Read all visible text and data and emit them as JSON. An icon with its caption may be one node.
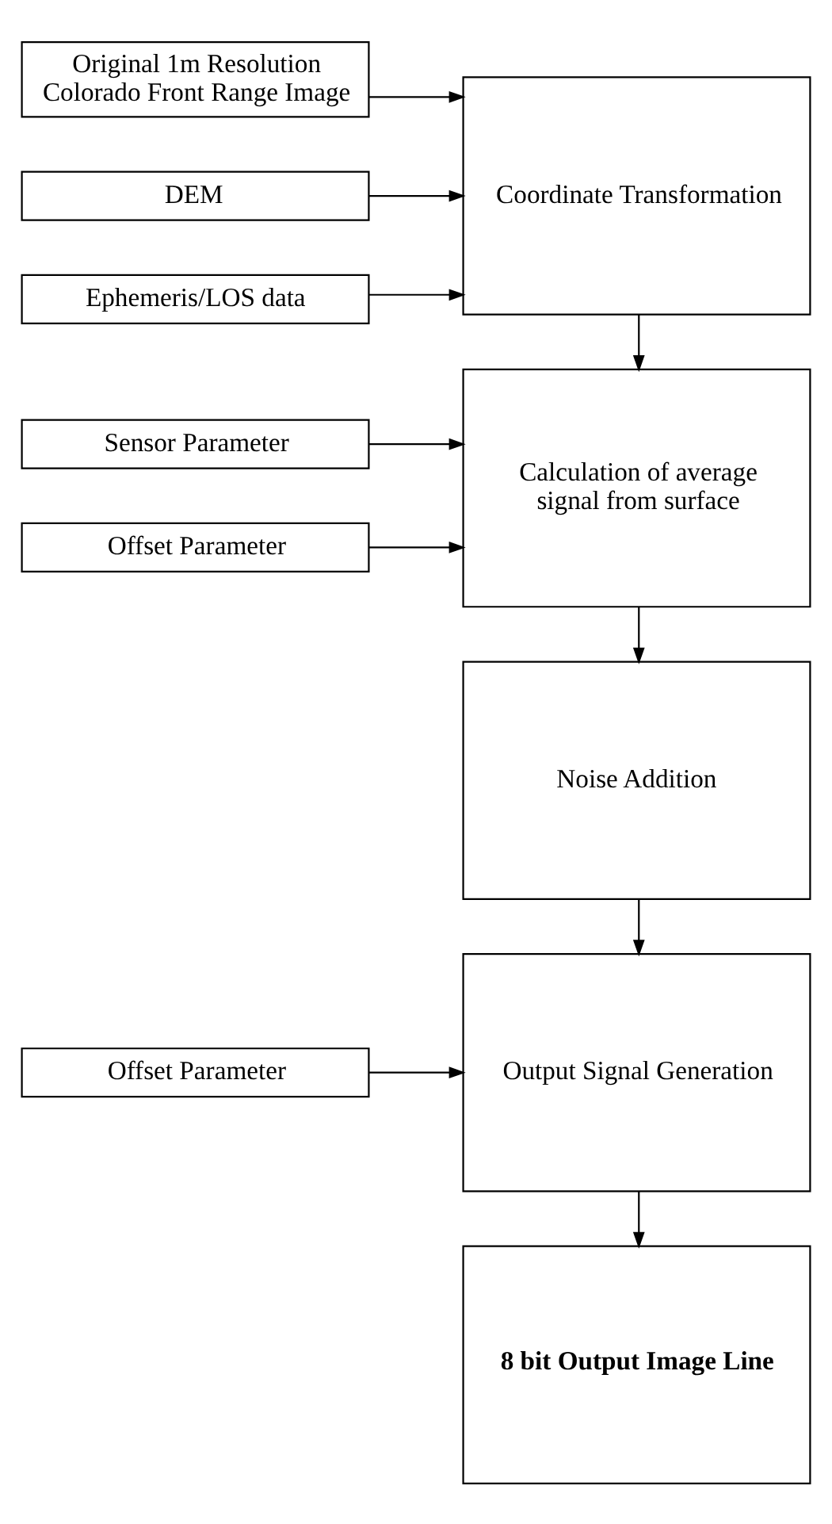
{
  "diagram": {
    "nodes": [
      {
        "text": [
          "Original 1m Resolution Colorado Front Range Image"
        ]
      },
      {
        "text": [
          "Coordinate Transformation"
        ]
      },
      {
        "text": [
          "DEM"
        ]
      },
      {
        "text": [
          "Ephemeris/LOS data"
        ]
      },
      {
        "text": [
          "Sensor Parameter"
        ]
      },
      {
        "text": [
          "Calculation of average signal from surface"
        ]
      },
      {
        "text": [
          "Offset Parameter"
        ]
      },
      {
        "text": [
          "Noise Addition"
        ]
      },
      {
        "text": [
          "Offset Parameter"
        ]
      },
      {
        "text": [
          "Output Signal Generation"
        ]
      },
      {
        "text": [
          "8 bit Output Image Line"
        ]
      }
    ],
    "edges": [
      {
        "from": 0,
        "to": 1,
        "arrow": "to"
      },
      {
        "from": 2,
        "to": 1,
        "arrow": "to"
      },
      {
        "from": 3,
        "to": 1,
        "arrow": "to"
      },
      {
        "from": 1,
        "to": 5,
        "arrow": "to"
      },
      {
        "from": 4,
        "to": 5,
        "arrow": "to"
      },
      {
        "from": 6,
        "to": 5,
        "arrow": "to"
      },
      {
        "from": 5,
        "to": 7,
        "arrow": "to"
      },
      {
        "from": 7,
        "to": 9,
        "arrow": "to"
      },
      {
        "from": 8,
        "to": 9,
        "arrow": "to"
      },
      {
        "from": 9,
        "to": 10,
        "arrow": "to"
      }
    ]
  }
}
